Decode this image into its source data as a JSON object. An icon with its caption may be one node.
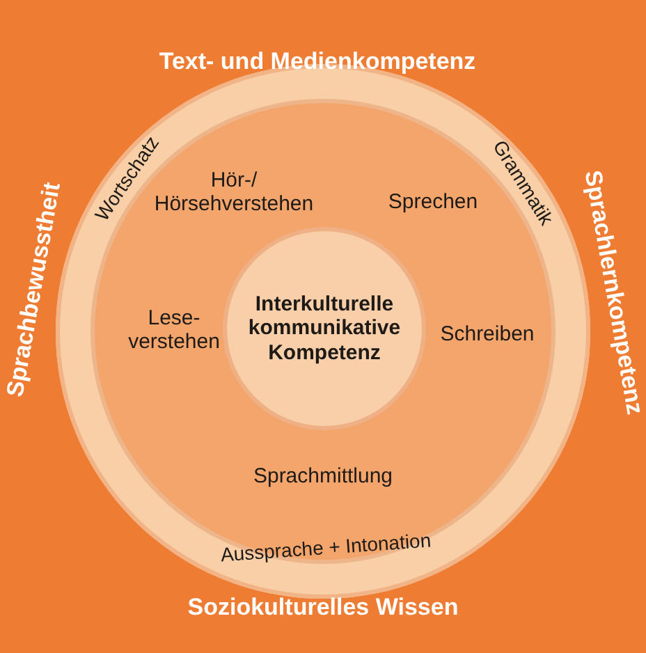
{
  "diagram": {
    "nodes": [
      {
        "text": [],
        "shape": "circle"
      },
      {
        "text": [
          "Hör-/ Hörsehverstehen",
          "Sprechen",
          "Lese- verstehen",
          "Schreiben",
          "Sprachmittlung"
        ],
        "in": 0
      },
      {
        "text": [
          "Interkulturelle kommunikative Kompetenz"
        ],
        "in": 1
      }
    ],
    "labels": [
      "Text- und Medienkompetenz",
      "Wortschatz",
      "Grammatik",
      "Sprachbewusstheit",
      "Sprachlernkompetenz",
      "Aussprache + Intonation",
      "Soziokulturelles Wissen"
    ]
  }
}
